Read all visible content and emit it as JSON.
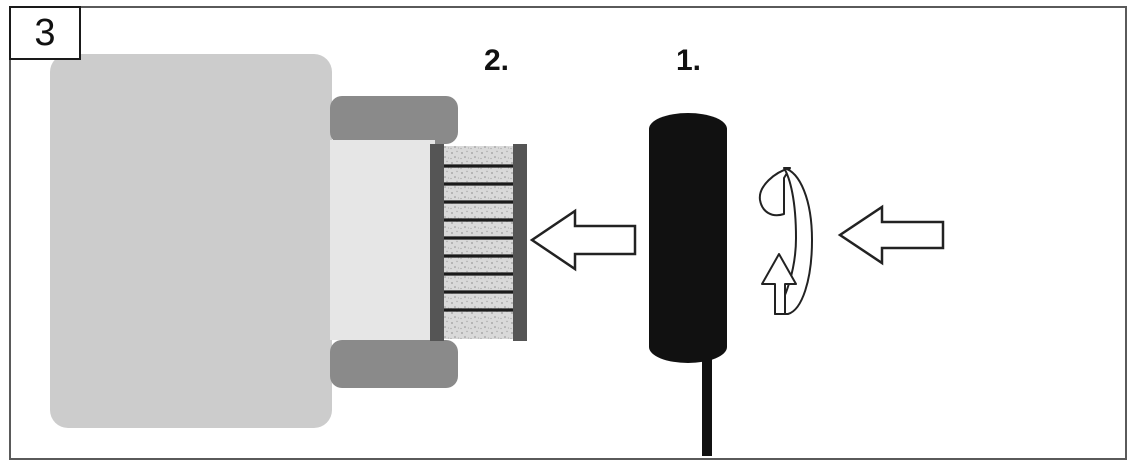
{
  "step": {
    "number": "3"
  },
  "labels": {
    "one": "1.",
    "two": "2."
  },
  "colors": {
    "frame": "#5a5a5a",
    "machine_body": "#cccccc",
    "cap": "#8a8a8a",
    "hub": "#e6e6e6",
    "pad_bar": "#555555",
    "brush": "#111111",
    "arrow_stroke": "#222222"
  },
  "icons": {
    "left_arrow": "arrow-left-icon",
    "rotation": "rotation-icon",
    "right_arrow": "arrow-left-icon"
  }
}
